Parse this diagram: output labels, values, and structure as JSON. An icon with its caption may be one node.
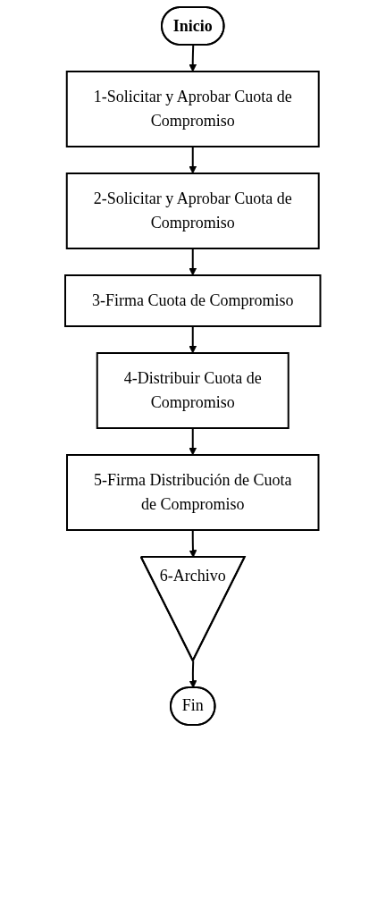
{
  "diagram": {
    "nodes": [
      {
        "text": [
          "Inicio"
        ]
      },
      {
        "text": [
          "1-Solicitar y Aprobar Cuota de Compromiso"
        ]
      },
      {
        "text": [
          "2-Solicitar y Aprobar Cuota de Compromiso"
        ]
      },
      {
        "text": [
          "3-Firma Cuota de Compromiso"
        ]
      },
      {
        "text": [
          "4-Distribuir Cuota de Compromiso"
        ]
      },
      {
        "text": [
          "5-Firma Distribución de Cuota de Compromiso"
        ]
      },
      {
        "text": [
          "6-Archivo"
        ]
      },
      {
        "text": [
          "Fin"
        ]
      }
    ],
    "edges": [
      {
        "from": 0,
        "to": 1,
        "arrow": "to"
      },
      {
        "from": 1,
        "to": 2,
        "arrow": "to"
      },
      {
        "from": 2,
        "to": 3,
        "arrow": "to"
      },
      {
        "from": 3,
        "to": 4,
        "arrow": "to"
      },
      {
        "from": 4,
        "to": 5,
        "arrow": "to"
      },
      {
        "from": 5,
        "to": 6,
        "arrow": "to"
      },
      {
        "from": 6,
        "to": 7,
        "arrow": "to"
      }
    ]
  }
}
